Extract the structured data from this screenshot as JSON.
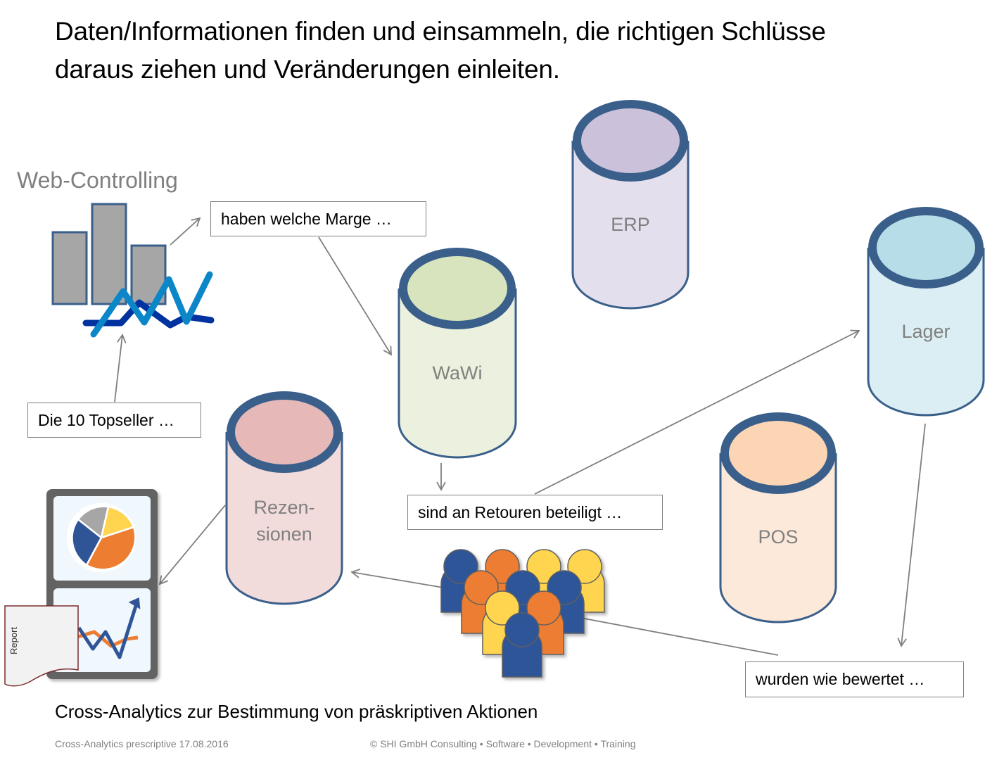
{
  "slide": {
    "title_lines": [
      "Daten/Informationen finden und einsammeln, die richtigen Schlüsse",
      "daraus ziehen und Veränderungen einleiten."
    ],
    "subtitle": "Cross-Analytics zur Bestimmung von präskriptiven Aktionen",
    "footer_left": "Cross-Analytics prescriptive 17.08.2016",
    "footer_right": "© SHI GmbH Consulting • Software • Development • Training"
  },
  "web_controlling": {
    "label": "Web-Controlling",
    "icon": "bar-line-chart-icon"
  },
  "databases": [
    {
      "id": "erp",
      "label": "ERP",
      "top_color": "#ccc1da",
      "body_color": "#e4dfec"
    },
    {
      "id": "wawi",
      "label": "WaWi",
      "top_color": "#d7e4bd",
      "body_color": "#ebf1de"
    },
    {
      "id": "lager",
      "label": "Lager",
      "top_color": "#b7dee8",
      "body_color": "#dbeef4"
    },
    {
      "id": "rezensionen",
      "label_lines": [
        "Rezen-",
        "sionen"
      ],
      "top_color": "#e6b9b8",
      "body_color": "#f2dcdb"
    },
    {
      "id": "pos",
      "label": "POS",
      "top_color": "#fcd5b5",
      "body_color": "#fde9d9"
    }
  ],
  "callouts": {
    "marge": "haben welche Marge …",
    "topseller": "Die 10 Topseller …",
    "retouren": "sind an Retouren beteiligt …",
    "bewertet": "wurden wie bewertet …"
  },
  "report": {
    "label": "Report",
    "icon": "dashboard-report-icon"
  },
  "customers": {
    "icon": "customer-group-icon"
  },
  "colors": {
    "cylinder_stroke": "#3a5f8b",
    "arrow": "#7f7f7f",
    "person_blue": "#2f5597",
    "person_orange": "#ed7d31",
    "person_yellow": "#ffd54f"
  }
}
